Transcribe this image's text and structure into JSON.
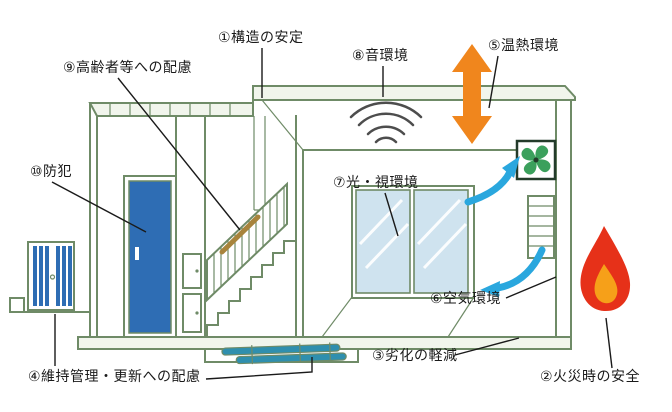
{
  "diagram": {
    "labels": [
      {
        "id": "structure",
        "text": "①構造の安定"
      },
      {
        "id": "fire-safety",
        "text": "②火災時の安全"
      },
      {
        "id": "deterioration",
        "text": "③劣化の軽減"
      },
      {
        "id": "maintenance",
        "text": "④維持管理・更新への配慮"
      },
      {
        "id": "thermal",
        "text": "⑤温熱環境"
      },
      {
        "id": "air",
        "text": "⑥空気環境"
      },
      {
        "id": "light-visual",
        "text": "⑦光・視環境"
      },
      {
        "id": "sound",
        "text": "⑧音環境"
      },
      {
        "id": "elderly",
        "text": "⑨高齢者等への配慮"
      },
      {
        "id": "security",
        "text": "⑩防犯"
      }
    ],
    "icons": {
      "thermal": "double-vertical-arrow-icon",
      "sound": "sound-wave-arcs-icon",
      "air": "curved-airflow-arrow-icon",
      "fire": "flame-icon",
      "ventilation": "fan-icon",
      "plumbing": "underfloor-pipes-icon",
      "security": "shutter-gate-icon",
      "elderly": "stair-handrail-icon",
      "light": "glass-sliding-door-icon"
    }
  },
  "colors": {
    "line_green": "#6f8b67",
    "wall_tint": "#f1f5ec",
    "text_dark": "#1a1a1a",
    "door_blue": "#2e6db4",
    "glass_blue": "#cfe3ef",
    "arrow_orange": "#f0861d",
    "air_blue": "#2aa7de",
    "flame_red": "#e63119",
    "flame_orange": "#f6a019",
    "fan_green": "#3ba05c",
    "fan_frame": "#233b2a",
    "pipe_teal": "#2f8fae",
    "handrail_brown": "#a8843c",
    "sound_gray": "#4d4d4d",
    "stripe_blue": "#2e6db4"
  }
}
